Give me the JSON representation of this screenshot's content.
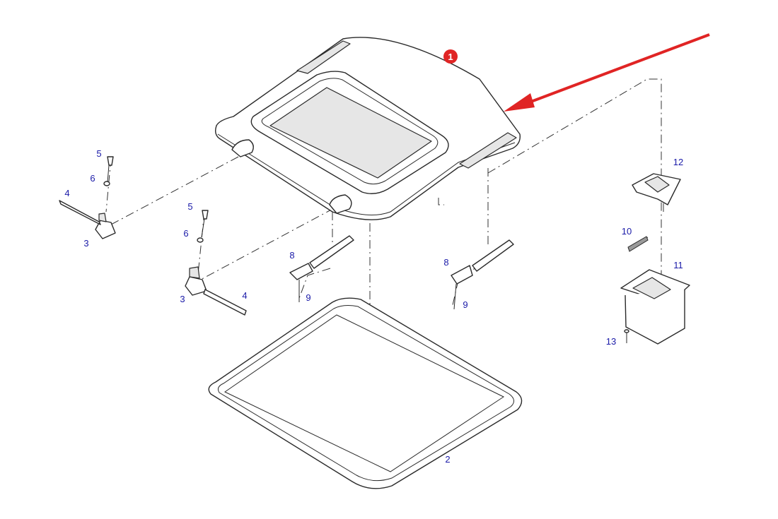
{
  "diagram": {
    "callouts": [
      {
        "id": "c1-main",
        "text": "1"
      },
      {
        "id": "c2",
        "text": "2"
      },
      {
        "id": "c3a",
        "text": "3"
      },
      {
        "id": "c3b",
        "text": "3"
      },
      {
        "id": "c4a",
        "text": "4"
      },
      {
        "id": "c4b",
        "text": "4"
      },
      {
        "id": "c5a",
        "text": "5"
      },
      {
        "id": "c5b",
        "text": "5"
      },
      {
        "id": "c6a",
        "text": "6"
      },
      {
        "id": "c6b",
        "text": "6"
      },
      {
        "id": "c8a",
        "text": "8"
      },
      {
        "id": "c8b",
        "text": "8"
      },
      {
        "id": "c9a",
        "text": "9"
      },
      {
        "id": "c9b",
        "text": "9"
      },
      {
        "id": "c10",
        "text": "10"
      },
      {
        "id": "c11",
        "text": "11"
      },
      {
        "id": "c12",
        "text": "12"
      },
      {
        "id": "c13",
        "text": "13"
      }
    ],
    "colors": {
      "label": "#1a1aa8",
      "highlight": "#e02424",
      "arrow": "#e02424",
      "line": "#2a2a2a"
    }
  }
}
